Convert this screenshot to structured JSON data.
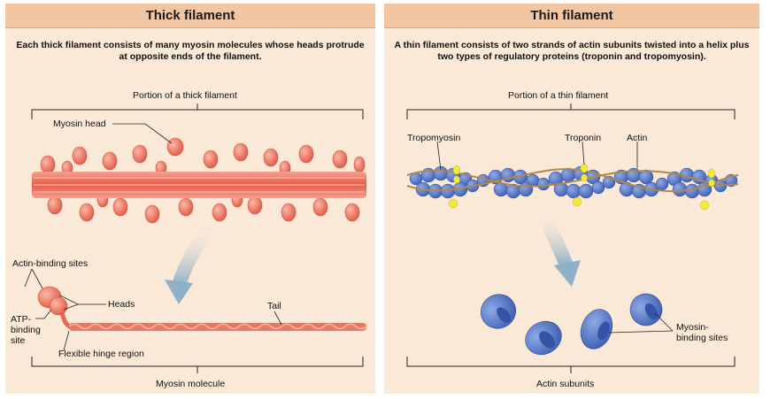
{
  "left": {
    "title": "Thick filament",
    "caption": "Each thick filament consists of many myosin molecules whose heads protrude at opposite ends of the filament.",
    "portion_label": "Portion of a thick filament",
    "myosin_head_label": "Myosin head",
    "actin_binding_label": "Actin-binding sites",
    "heads_label": "Heads",
    "tail_label": "Tail",
    "atp_binding_label": "ATP-\nbinding\nsite",
    "hinge_label": "Flexible hinge region",
    "molecule_label": "Myosin molecule"
  },
  "right": {
    "title": "Thin filament",
    "caption": "A thin filament consists of two strands of actin subunits twisted into a helix plus two types of regulatory proteins (troponin and tropomyosin).",
    "portion_label": "Portion of a thin filament",
    "tropomyosin_label": "Tropomyosin",
    "troponin_label": "Troponin",
    "actin_label": "Actin",
    "myosin_binding_label": "Myosin-\nbinding sites",
    "subunits_label": "Actin subunits"
  },
  "colors": {
    "panel_bg": "#fbe9d8",
    "header_bg": "#f2c6a2",
    "myosin": "#ee6f5c",
    "actin": "#4e73c4",
    "tropomyosin": "#b0874f",
    "troponin": "#f1ea3c",
    "arrow": "#9bb8cf"
  }
}
